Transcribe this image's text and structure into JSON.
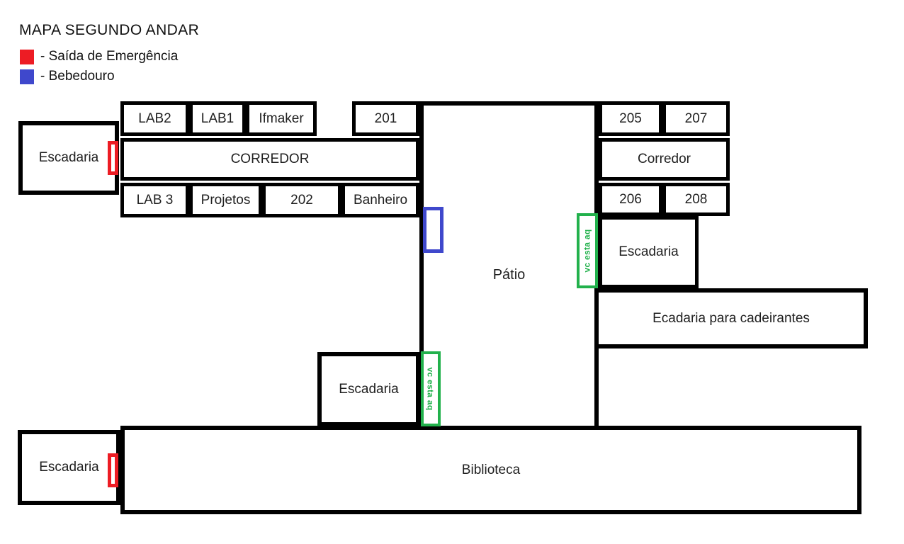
{
  "title": "MAPA SEGUNDO ANDAR",
  "colors": {
    "red": "#ed1c24",
    "blue": "#3f48cc",
    "green": "#22b14c",
    "wall": "#000000"
  },
  "legend": {
    "items": [
      {
        "id": "emergency-exit",
        "label": "- Saída de Emergência",
        "color": "#ed1c24"
      },
      {
        "id": "drinking-fountain",
        "label": "- Bebedouro",
        "color": "#3f48cc"
      }
    ]
  },
  "rooms": {
    "escadaria_nw": {
      "label": "Escadaria"
    },
    "lab2": {
      "label": "LAB2"
    },
    "lab1": {
      "label": "LAB1"
    },
    "ifmaker": {
      "label": "Ifmaker"
    },
    "room201": {
      "label": "201"
    },
    "corredor_main": {
      "label": "CORREDOR"
    },
    "lab3": {
      "label": "LAB 3"
    },
    "projetos": {
      "label": "Projetos"
    },
    "room202": {
      "label": "202"
    },
    "banheiro": {
      "label": "Banheiro"
    },
    "patio": {
      "label": "Pátio"
    },
    "room205": {
      "label": "205"
    },
    "room207": {
      "label": "207"
    },
    "corredor_east": {
      "label": "Corredor"
    },
    "room206": {
      "label": "206"
    },
    "room208": {
      "label": "208"
    },
    "escadaria_east": {
      "label": "Escadaria"
    },
    "cadeirantes": {
      "label": "Ecadaria para cadeirantes"
    },
    "escadaria_south": {
      "label": "Escadaria"
    },
    "biblioteca": {
      "label": "Biblioteca"
    },
    "escadaria_sw": {
      "label": "Escadaria"
    }
  },
  "markers": {
    "you_are_here_east": {
      "label": "vc esta aq"
    },
    "you_are_here_south": {
      "label": "vc esta aq"
    }
  }
}
